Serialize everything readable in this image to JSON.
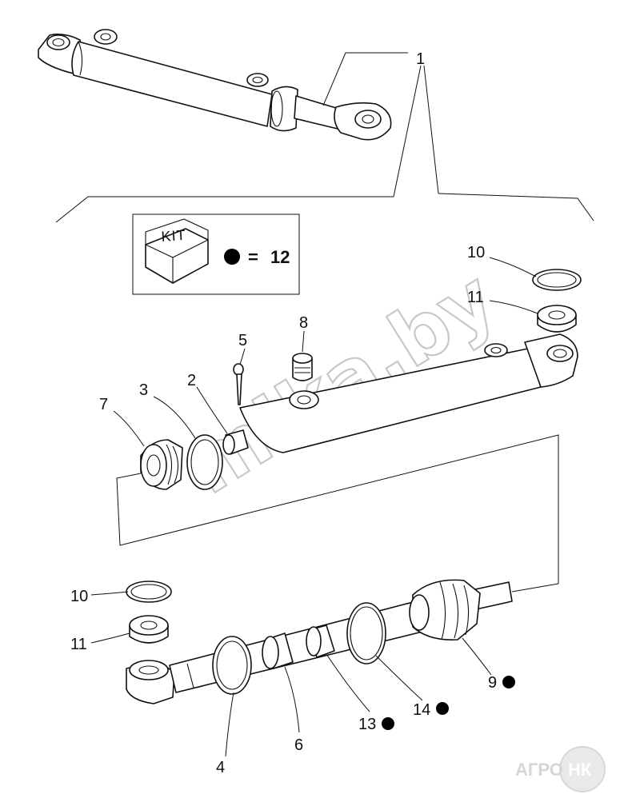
{
  "kit": {
    "label": "KIT",
    "equals": "=",
    "count": "12"
  },
  "callouts": {
    "c1": "1",
    "c2": "2",
    "c3": "3",
    "c4": "4",
    "c5": "5",
    "c6": "6",
    "c7": "7",
    "c8": "8",
    "c9": "9",
    "c10a": "10",
    "c10b": "10",
    "c11a": "11",
    "c11b": "11",
    "c13": "13",
    "c14": "14"
  },
  "watermark": {
    "text": "mika.by"
  },
  "logo": {
    "left": "АГРО",
    "right": "НК"
  },
  "colors": {
    "line": "#111111",
    "watermark": "#c8c8c8",
    "kit_dot": "#000000"
  }
}
